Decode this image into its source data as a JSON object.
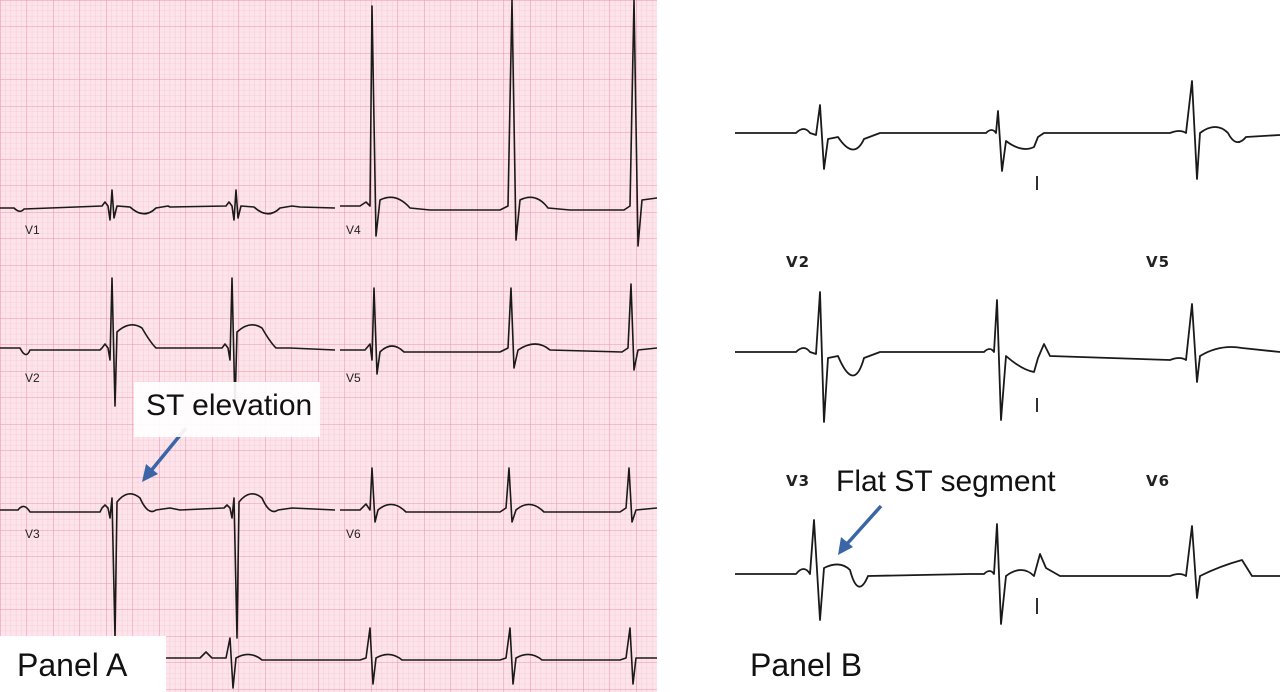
{
  "panels": {
    "a": {
      "label": "Panel A",
      "annotation": "ST elevation",
      "leads": [
        "V1",
        "V2",
        "V3",
        "V4",
        "V5",
        "V6"
      ],
      "grid_color": "#f4a8b8",
      "paper_color": "#fce4ea"
    },
    "b": {
      "label": "Panel B",
      "annotation": "Flat ST segment",
      "leads": [
        "V2",
        "V5",
        "V3",
        "V6"
      ]
    }
  },
  "colors": {
    "trace": "#1a1a1a",
    "arrow": "#3a66a8"
  }
}
